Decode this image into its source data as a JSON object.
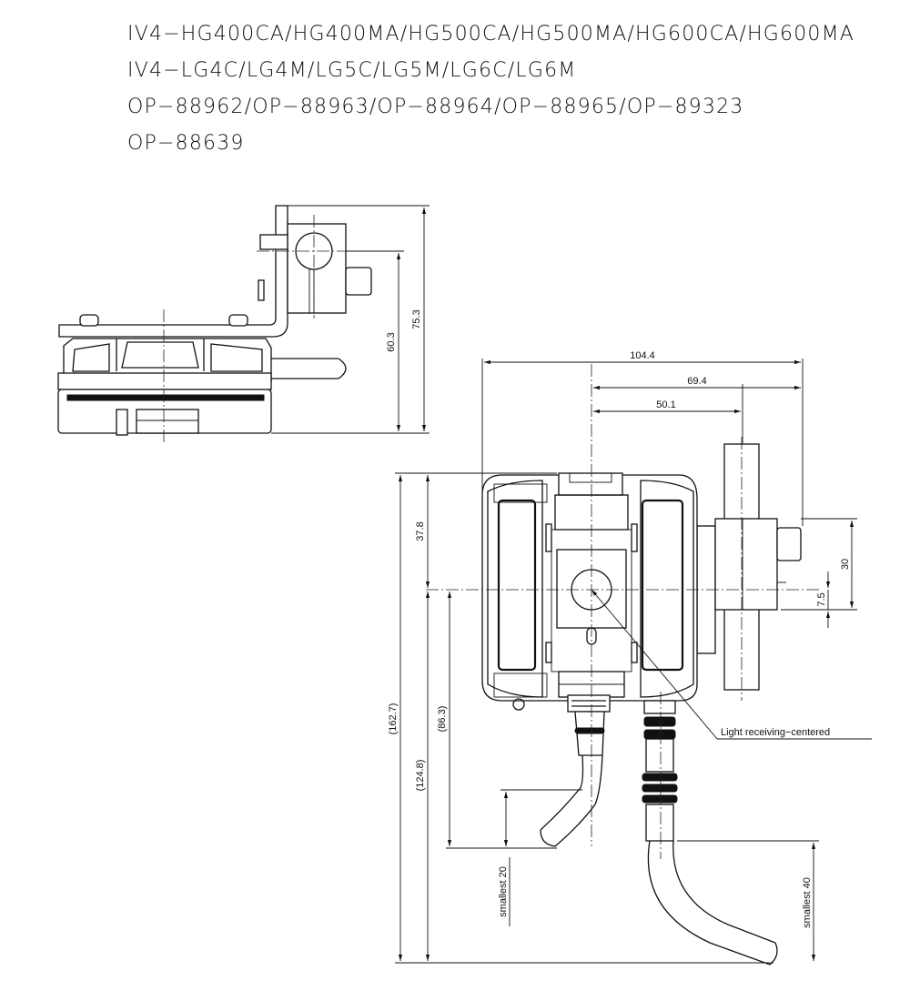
{
  "header": {
    "lines": [
      "IV4−HG400CA/HG400MA/HG500CA/HG500MA/HG600CA/HG600MA",
      "IV4−LG4C/LG4M/LG5C/LG5M/LG6C/LG6M",
      "OP−88962/OP−88963/OP−88964/OP−88965/OP−89323",
      "OP−88639"
    ]
  },
  "side_view": {
    "dim_overall_height": "75.3",
    "dim_mount_height": "60.3"
  },
  "front_view": {
    "dim_width_total": "104.4",
    "dim_width_mid": "69.4",
    "dim_width_center": "50.1",
    "dim_top_to_center": "37.8",
    "dim_total_height": "(162.7)",
    "dim_center_to_cable": "(124.8)",
    "dim_center_to_bend": "(86.3)",
    "dim_bracket_height": "30",
    "dim_offset": "7.5",
    "bend_left": "smallest 20",
    "bend_right": "smallest 40",
    "callout": "Light receiving−centered"
  },
  "icons": {
    "lens": "lens-circle-icon"
  }
}
